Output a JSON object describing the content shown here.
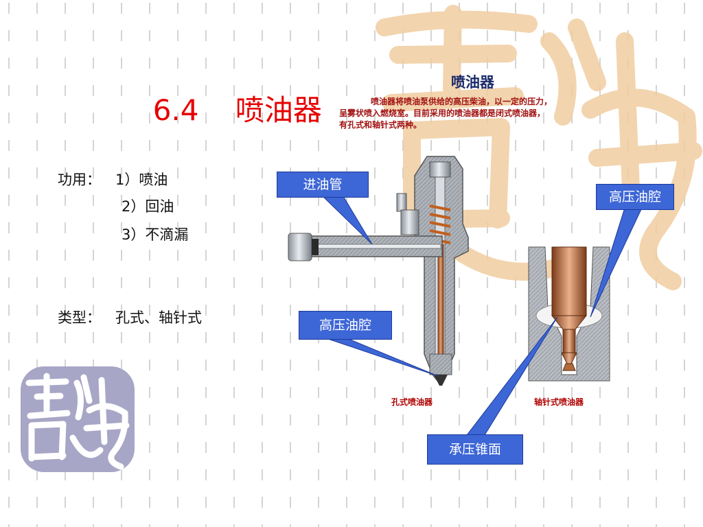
{
  "slide": {
    "title_number": "6.4",
    "title_text": "喷油器"
  },
  "function": {
    "label": "功用：",
    "items": [
      "1）喷油",
      "2）回油",
      "3）不滴漏"
    ]
  },
  "types": {
    "label": "类型：",
    "value": "孔式、轴针式"
  },
  "description": {
    "title": "喷油器",
    "lines": [
      "喷油器将喷油泵供给的高压柴油，以一定的压力，",
      "呈雾状喷入燃烧室。目前采用的喷油器都是闭式喷油器，",
      "有孔式和轴针式两种。"
    ]
  },
  "callouts": {
    "inlet_pipe": "进油管",
    "hp_chamber_right": "高压油腔",
    "hp_chamber_left": "高压油腔",
    "pressure_cone": "承压锥面"
  },
  "captions": {
    "hole_type": "孔式喷油器",
    "pintle_type": "轴针式喷油器"
  },
  "colors": {
    "title": "#e60000",
    "callout_bg": "#3d66d6",
    "watermark": "#f0cda0",
    "seal": "#a8a6c6"
  },
  "decor": {
    "watermark_icon": "calligraphy-watermark-icon",
    "seal_icon": "seal-logo-icon"
  }
}
